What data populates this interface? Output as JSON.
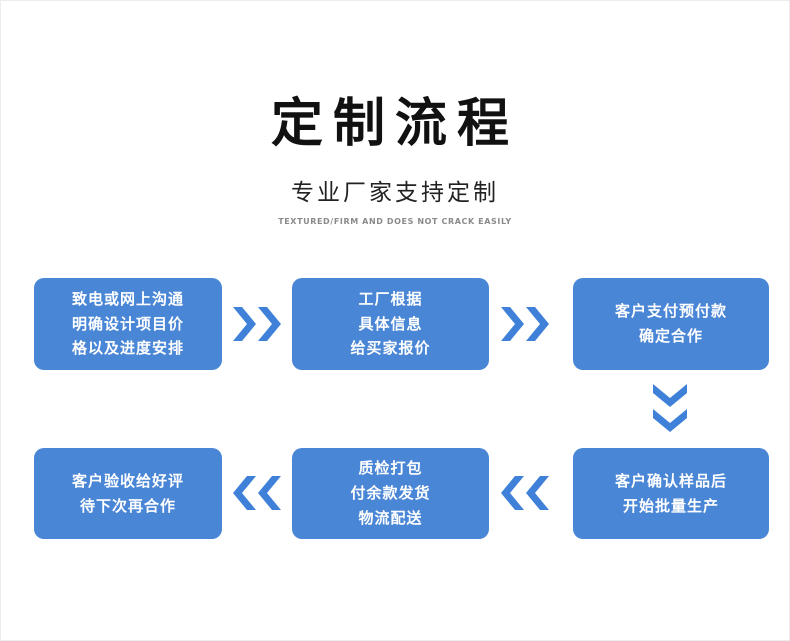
{
  "header": {
    "title": "定制流程",
    "subtitle": "专业厂家支持定制",
    "tagline": "TEXTURED/FIRM AND DOES NOT CRACK EASILY"
  },
  "colors": {
    "box_blue": "#4a86d6",
    "arrow_blue": "#3f81d8",
    "title_black": "#111111",
    "background": "#ffffff"
  },
  "flow": {
    "steps": [
      {
        "id": 1,
        "label": "致电或网上沟通\n明确设计项目价\n格以及进度安排"
      },
      {
        "id": 2,
        "label": "工厂根据\n具体信息\n给买家报价"
      },
      {
        "id": 3,
        "label": "客户支付预付款\n确定合作"
      },
      {
        "id": 4,
        "label": "客户确认样品后\n开始批量生产"
      },
      {
        "id": 5,
        "label": "质检打包\n付余款发货\n物流配送"
      },
      {
        "id": 6,
        "label": "客户验收给好评\n待下次再合作"
      }
    ],
    "arrows": [
      {
        "direction": "right"
      },
      {
        "direction": "right"
      },
      {
        "direction": "down"
      },
      {
        "direction": "left"
      },
      {
        "direction": "left"
      }
    ]
  }
}
